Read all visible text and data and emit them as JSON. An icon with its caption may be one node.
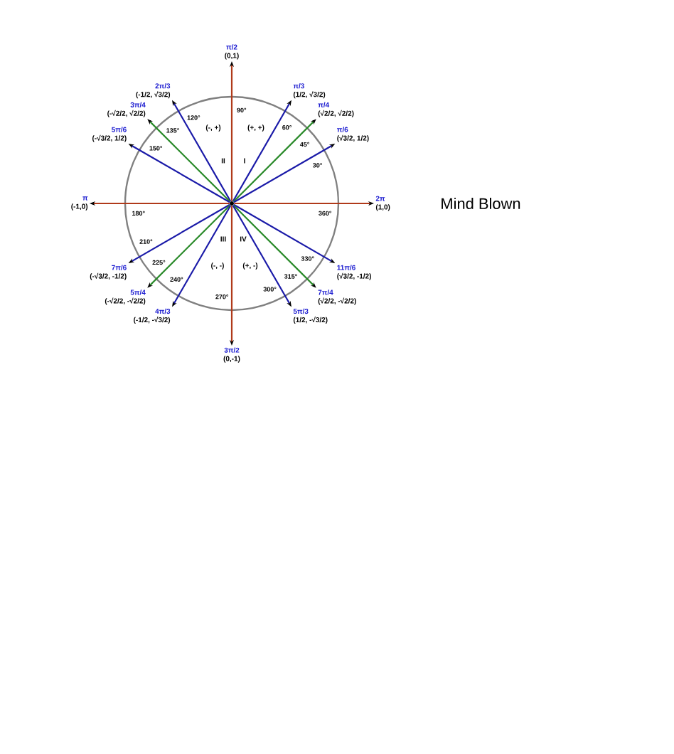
{
  "diagram": {
    "nodes": [
      {
        "text": [],
        "shape": "circle"
      },
      {
        "text": [
          "π/2",
          "(0,1)"
        ]
      },
      {
        "text": [
          "2π/3",
          "(-1/2, √3/2)"
        ]
      },
      {
        "text": [
          "π/3",
          "(1/2, √3/2)"
        ]
      },
      {
        "text": [
          "3π/4",
          "(-√2/2, √2/2)"
        ]
      },
      {
        "text": [
          "π/4",
          "(√2/2, √2/2)"
        ]
      },
      {
        "text": [
          "5π/6",
          "(-√3/2, 1/2)"
        ]
      },
      {
        "text": [
          "π/6",
          "(√3/2, 1/2)"
        ]
      },
      {
        "text": [
          "π",
          "(-1,0)"
        ]
      },
      {
        "text": [
          "2π",
          "(1,0)"
        ]
      },
      {
        "text": [
          "7π/6",
          "(-√3/2, -1/2)"
        ]
      },
      {
        "text": [
          "11π/6",
          "(√3/2, -1/2)"
        ]
      },
      {
        "text": [
          "5π/4",
          "(-√2/2, -√2/2)"
        ]
      },
      {
        "text": [
          "7π/4",
          "(√2/2, -√2/2)"
        ]
      },
      {
        "text": [
          "4π/3",
          "(-1/2, -√3/2)"
        ]
      },
      {
        "text": [
          "5π/3",
          "(1/2, -√3/2)"
        ]
      },
      {
        "text": [
          "3π/2",
          "(0,-1)"
        ]
      }
    ],
    "edges": [
      {
        "from": 0,
        "to": 1,
        "arrow": "to",
        "color": "#b03a1a"
      },
      {
        "from": 0,
        "to": 2,
        "arrow": "to"
      },
      {
        "from": 0,
        "to": 3,
        "arrow": "to"
      },
      {
        "from": 0,
        "to": 4,
        "arrow": "to",
        "color": "#2a8a2a"
      },
      {
        "from": 0,
        "to": 5,
        "arrow": "to",
        "color": "#2a8a2a"
      },
      {
        "from": 0,
        "to": 6,
        "arrow": "to"
      },
      {
        "from": 0,
        "to": 7,
        "arrow": "to"
      },
      {
        "from": 0,
        "to": 8,
        "arrow": "to",
        "color": "#b03a1a"
      },
      {
        "from": 0,
        "to": 9,
        "arrow": "to",
        "color": "#b03a1a"
      },
      {
        "from": 0,
        "to": 10,
        "arrow": "to"
      },
      {
        "from": 0,
        "to": 11,
        "arrow": "to"
      },
      {
        "from": 0,
        "to": 12,
        "arrow": "to",
        "color": "#2a8a2a"
      },
      {
        "from": 0,
        "to": 13,
        "arrow": "to",
        "color": "#2a8a2a"
      },
      {
        "from": 0,
        "to": 14,
        "arrow": "to"
      },
      {
        "from": 0,
        "to": 15,
        "arrow": "to"
      },
      {
        "from": 0,
        "to": 16,
        "arrow": "to",
        "color": "#b03a1a"
      }
    ],
    "labels": [
      "90°",
      "120°",
      "60°",
      "135°",
      "45°",
      "150°",
      "30°",
      "180°",
      "360°",
      "210°",
      "330°",
      "225°",
      "315°",
      "240°",
      "300°",
      "270°",
      "(-, +)",
      "(+, +)",
      "II",
      "I",
      "III",
      "IV",
      "(-, -)",
      "(+, -)",
      "Mind Blown"
    ]
  }
}
